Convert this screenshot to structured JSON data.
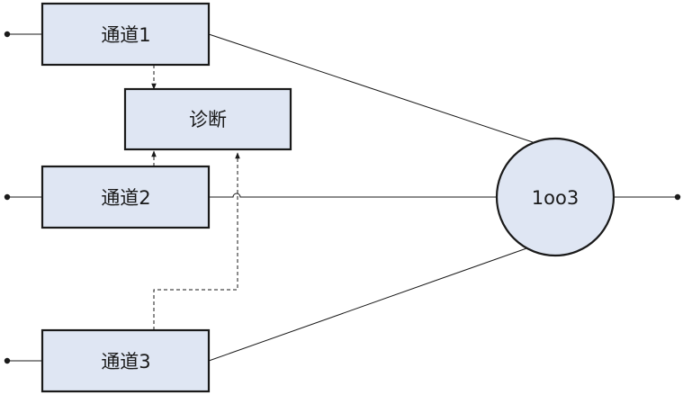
{
  "nodes": {
    "channel1": "通道1",
    "channel2": "通道2",
    "channel3": "通道3",
    "diagnosis": "诊断",
    "voter": "1oo3"
  }
}
